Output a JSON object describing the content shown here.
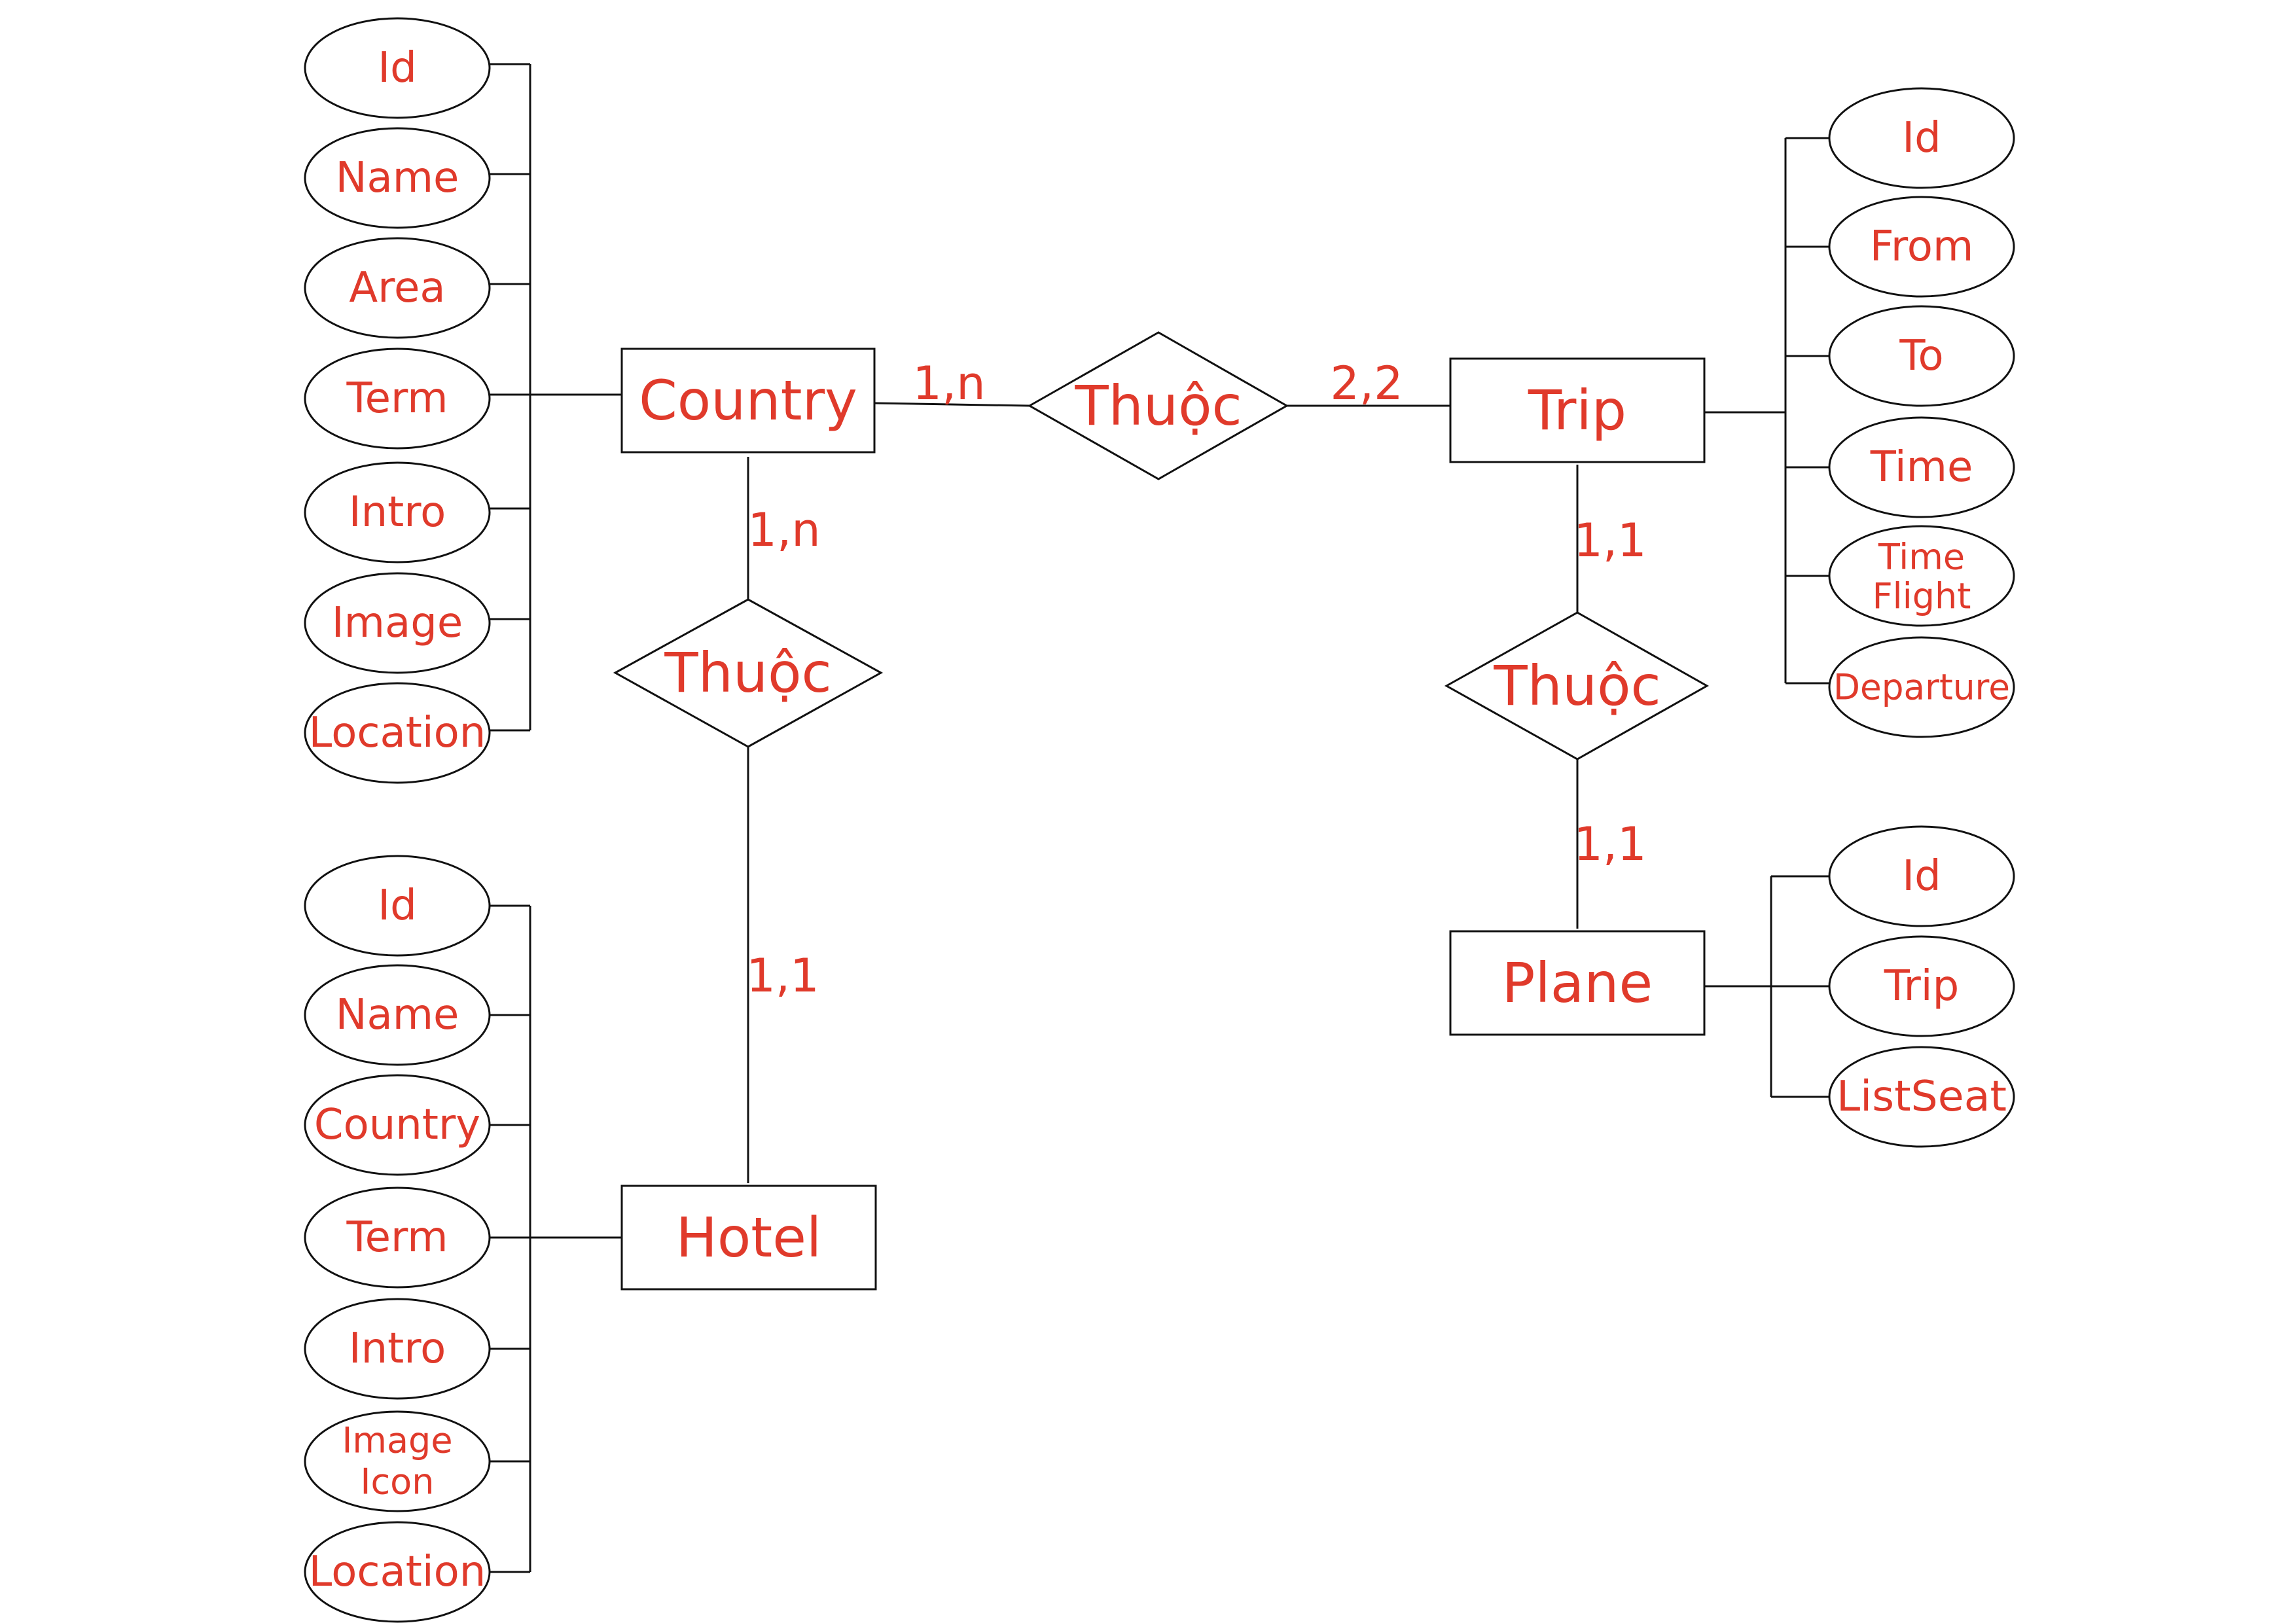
{
  "entities": {
    "country": "Country",
    "trip": "Trip",
    "hotel": "Hotel",
    "plane": "Plane"
  },
  "relationships": {
    "country_trip": "Thuộc",
    "country_hotel": "Thuộc",
    "trip_plane": "Thuộc"
  },
  "cardinalities": {
    "country_to_rel": "1,n",
    "trip_to_rel": "2,2",
    "country_down": "1,n",
    "hotel_up": "1,1",
    "trip_down": "1,1",
    "plane_up": "1,1"
  },
  "attributes": {
    "country": [
      "Id",
      "Name",
      "Area",
      "Term",
      "Intro",
      "Image",
      "Location"
    ],
    "hotel": [
      "Id",
      "Name",
      "Country",
      "Term",
      "Intro",
      [
        "Image",
        "Icon"
      ],
      "Location"
    ],
    "trip": [
      "Id",
      "From",
      "To",
      "Time",
      [
        "Time",
        "Flight"
      ],
      "Departure"
    ],
    "plane": [
      "Id",
      "Trip",
      "ListSeat"
    ]
  },
  "colors": {
    "text": "#e03a2b",
    "stroke": "#111111",
    "background": "#ffffff"
  }
}
